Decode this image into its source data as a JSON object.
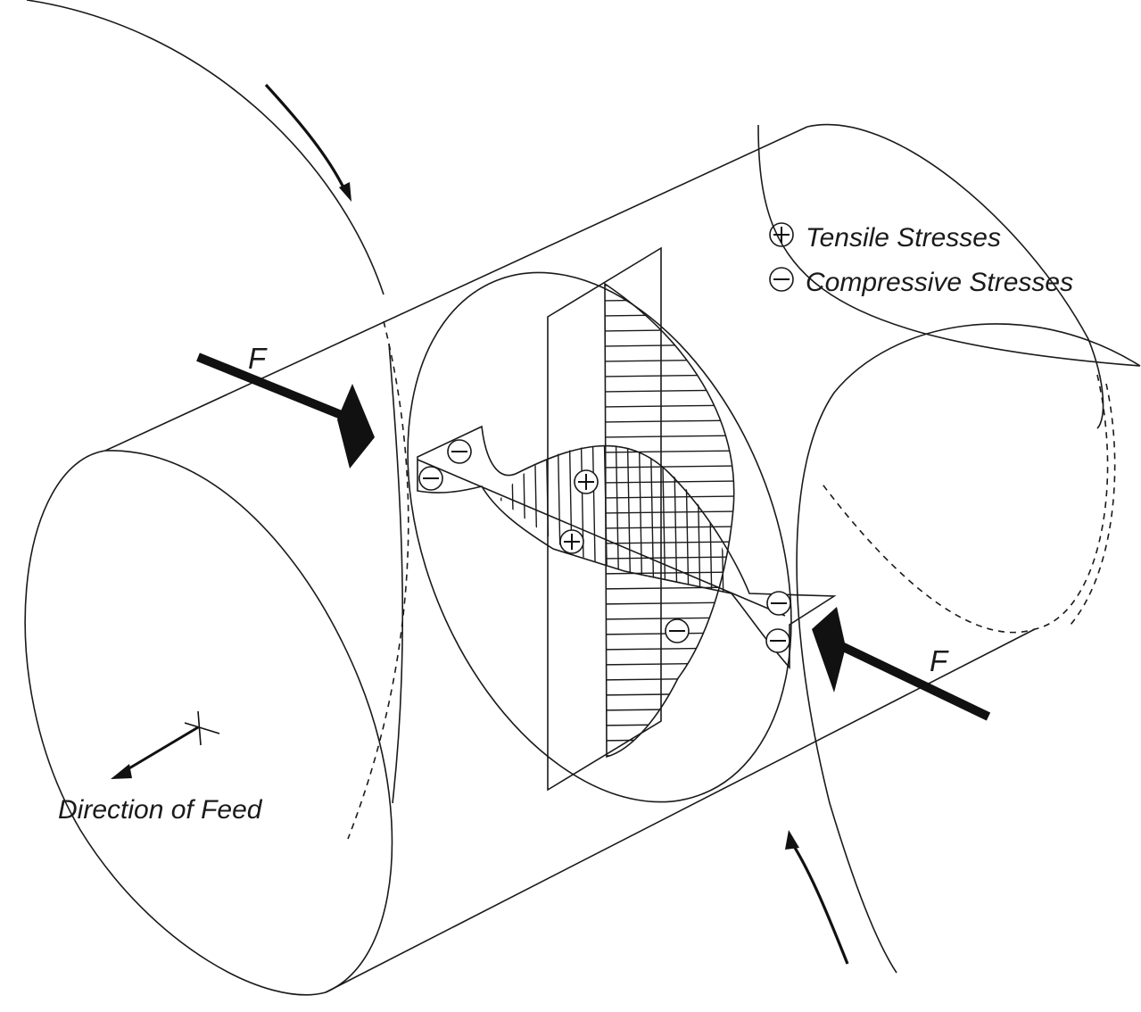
{
  "force_label_left": "F",
  "force_label_right": "F",
  "legend": {
    "tensile": "Tensile Stresses",
    "compressive": "Compressive Stresses"
  },
  "feed_label": "Direction of Feed",
  "symbols": {
    "plus": "+",
    "minus": "−"
  },
  "colors": {
    "ink": "#1a1a1a",
    "background": "#ffffff"
  }
}
